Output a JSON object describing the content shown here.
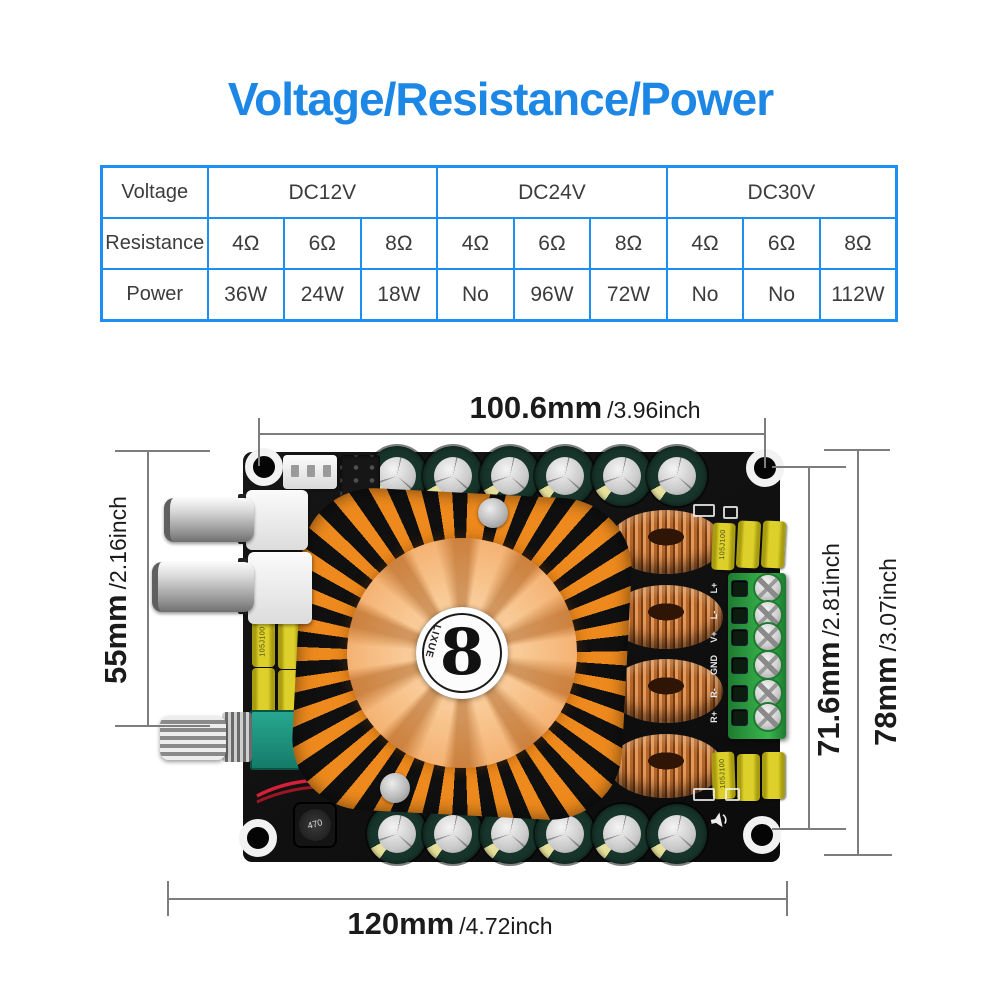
{
  "title": "Voltage/Resistance/Power",
  "table": {
    "rows": {
      "voltage": "Voltage",
      "resistance": "Resistance",
      "power": "Power"
    },
    "groups": [
      {
        "voltage": "DC12V",
        "resistances": [
          "4Ω",
          "6Ω",
          "8Ω"
        ],
        "powers": [
          "36W",
          "24W",
          "18W"
        ]
      },
      {
        "voltage": "DC24V",
        "resistances": [
          "4Ω",
          "6Ω",
          "8Ω"
        ],
        "powers": [
          "No",
          "96W",
          "72W"
        ]
      },
      {
        "voltage": "DC30V",
        "resistances": [
          "4Ω",
          "6Ω",
          "8Ω"
        ],
        "powers": [
          "No",
          "No",
          "112W"
        ]
      }
    ]
  },
  "dimensions": {
    "top": {
      "mm": "100.6mm",
      "inch": "/3.96inch"
    },
    "left": {
      "mm": "55mm",
      "inch": "/2.16inch"
    },
    "right_inner": {
      "mm": "71.6mm",
      "inch": "/2.81inch"
    },
    "right_outer": {
      "mm": "78mm",
      "inch": "/3.07inch"
    },
    "bottom": {
      "mm": "120mm",
      "inch": "/4.72inch"
    }
  },
  "board": {
    "fan_brand": "LIXUE",
    "fan_number": "8",
    "inductor_value": "470",
    "film_cap_marking": "105J100",
    "terminal_labels": [
      "L+",
      "L-",
      "V+",
      "GND",
      "R-",
      "R+"
    ]
  },
  "colors": {
    "title-blue": "#1d87e6",
    "table-border": "#1e8ff2",
    "table-text": "#3c3c3c",
    "no-red": "#e8131d",
    "dim-line": "#7d7d7d",
    "dim-text": "#1b1b1b",
    "pcb": "#101010",
    "heatsink-orange": "#ee8a1d",
    "fan-orange": "#f0a35c",
    "cap-ring-green": "#17352b",
    "toroid-copper": "#c4752f",
    "terminal-green": "#2f9e41",
    "film-cap-yellow": "#ddd02a"
  }
}
